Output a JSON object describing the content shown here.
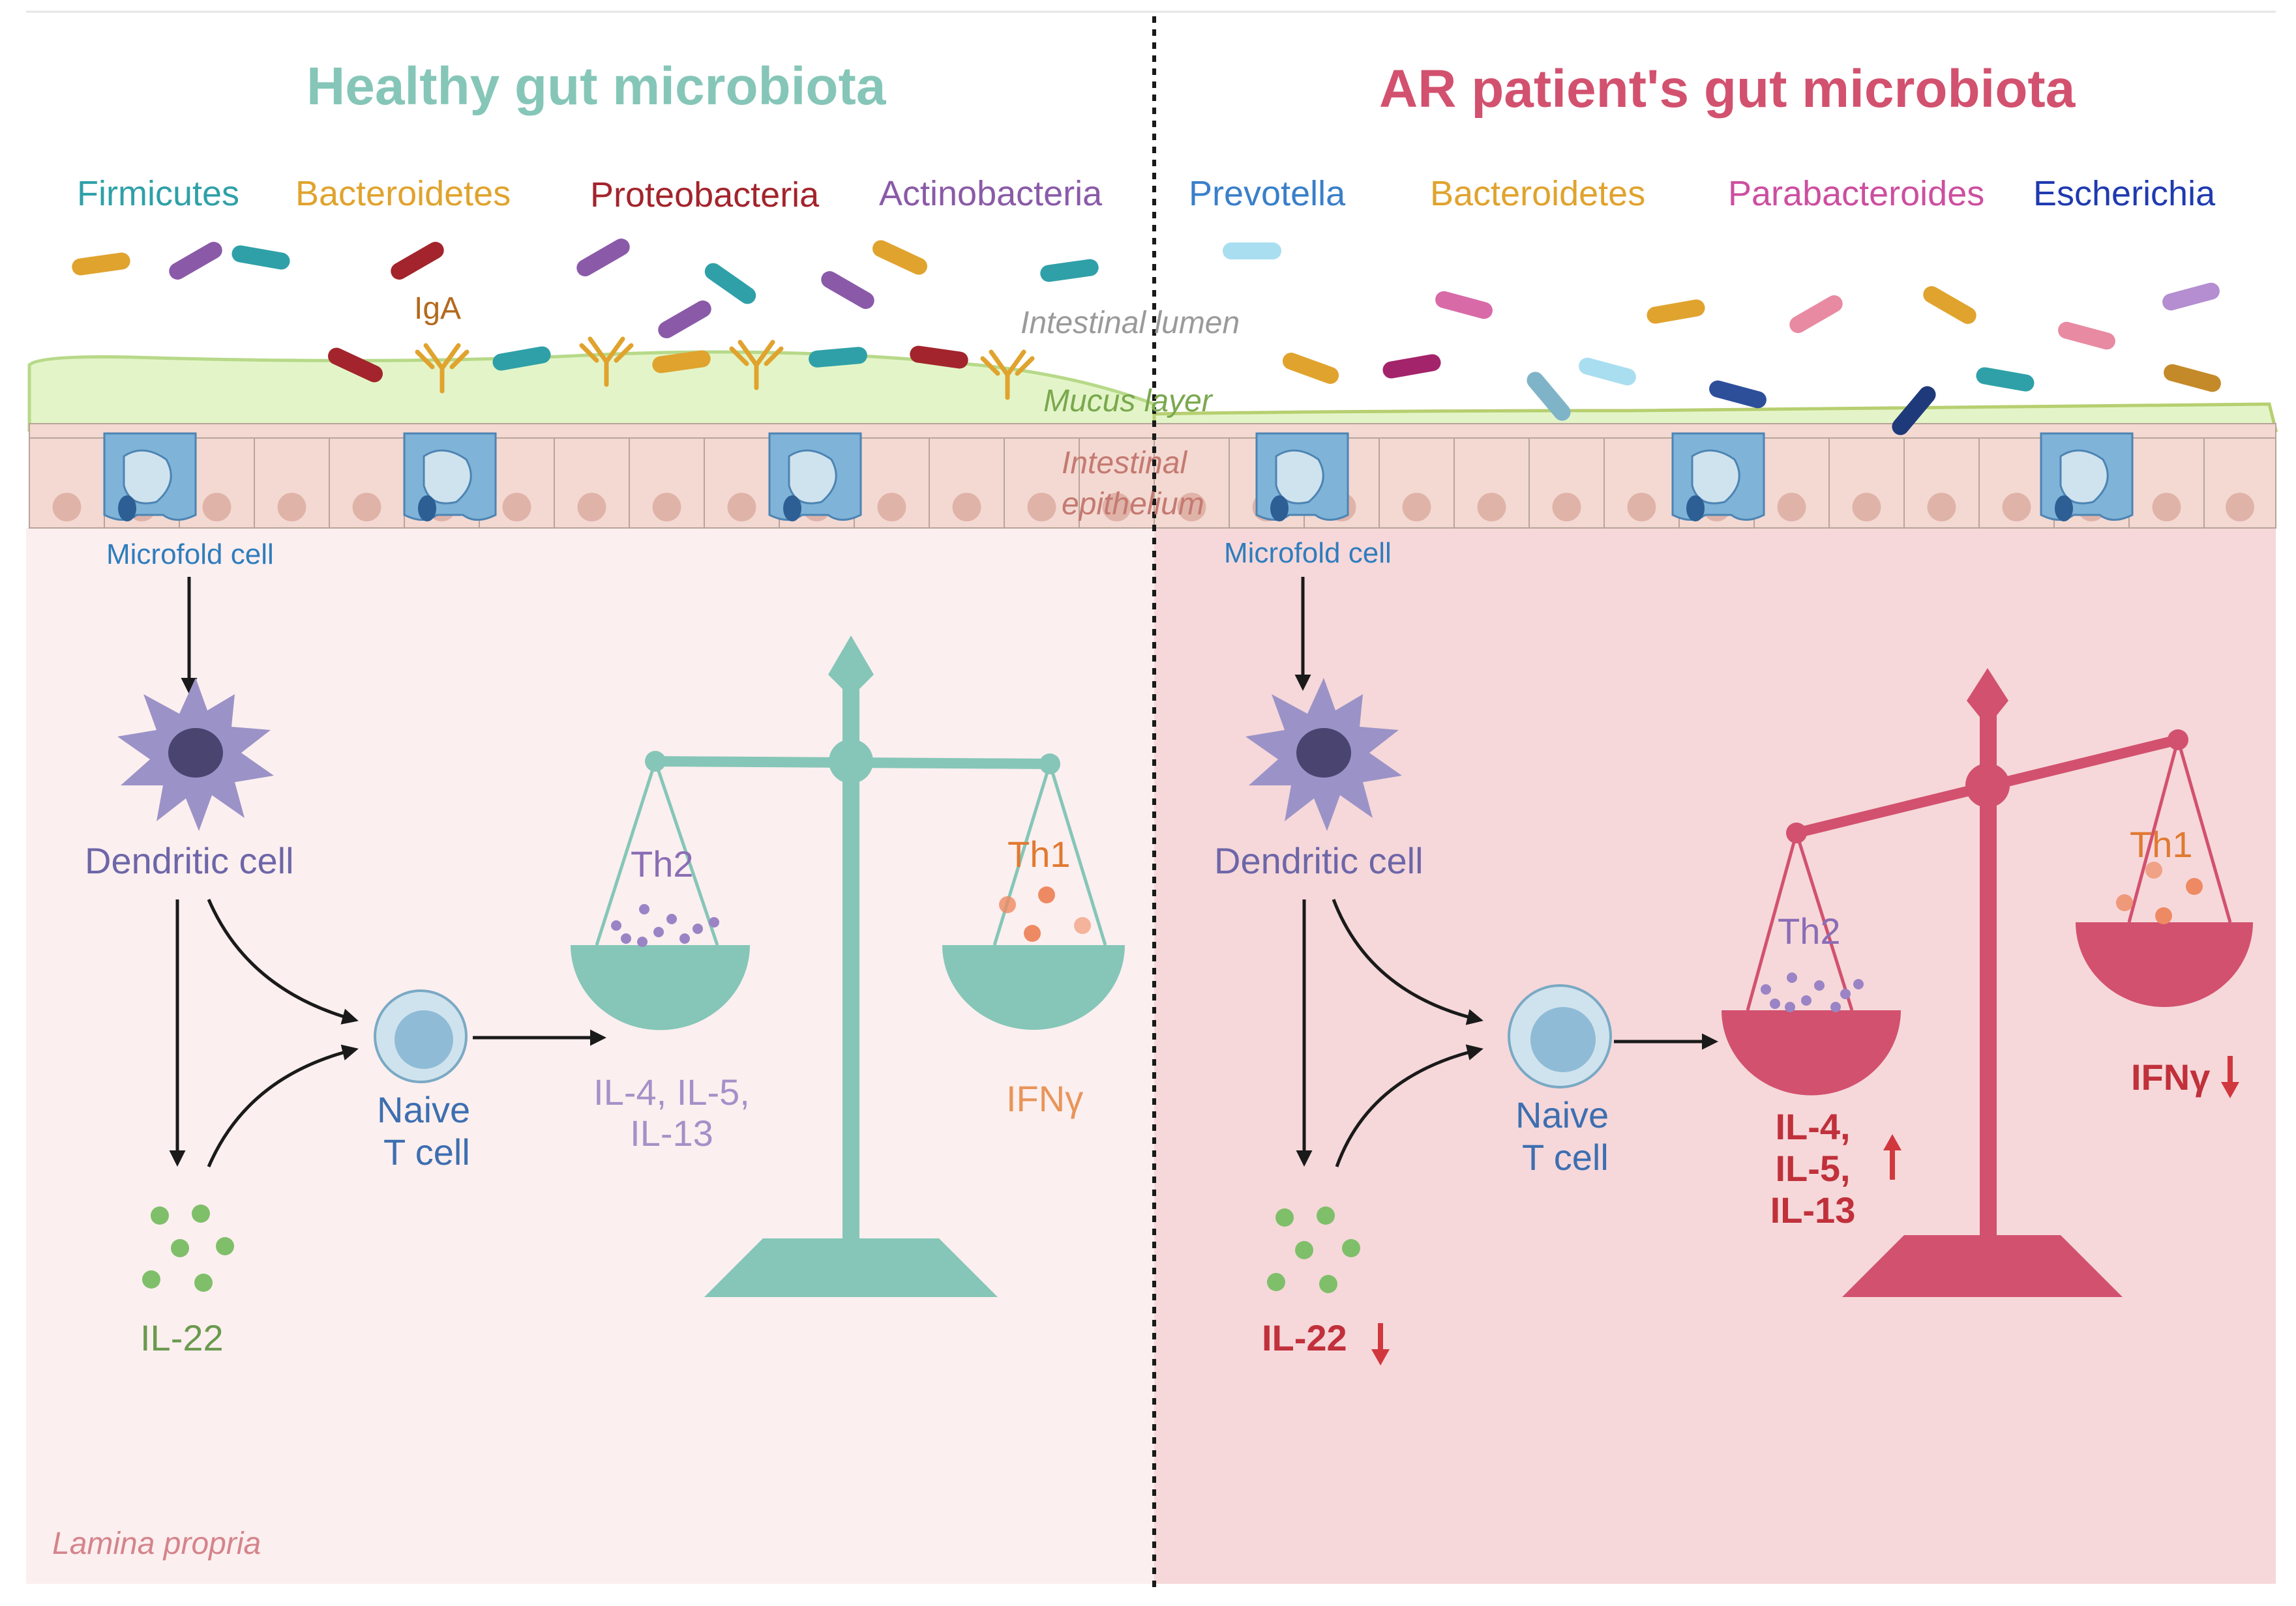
{
  "colors": {
    "healthy_accent": "#85c6b8",
    "ar_accent": "#d2516f",
    "healthy_bg": "#fcefef",
    "ar_bg": "#f6d8da",
    "mucus": "#e3f5c8",
    "epithelium": "#f3d9d2",
    "m_cell": "#7fb4d8",
    "dendritic": "#9b93c7",
    "t_cell": "#b9d7e6",
    "il22": "#7fbf6a",
    "th2_dots": "#9a84c5",
    "th1_dots": "#ee8a63",
    "up_down_arrows": "#d0383e"
  },
  "healthy": {
    "title": "Healthy gut microbiota",
    "phyla": [
      {
        "name": "Firmicutes",
        "color": "#2fa0a8"
      },
      {
        "name": "Bacteroidetes",
        "color": "#e0a32e"
      },
      {
        "name": "Proteobacteria",
        "color": "#a3242c"
      },
      {
        "name": "Actinobacteria",
        "color": "#8a5aa8"
      }
    ],
    "iga": "IgA",
    "microfold": "Microfold cell",
    "dendritic": "Dendritic cell",
    "naive1": "Naive",
    "naive2": "T cell",
    "il22": "IL-22",
    "th2": "Th2",
    "th1": "Th1",
    "th2_cytokines_1": "IL-4, IL-5,",
    "th2_cytokines_2": "IL-13",
    "ifn": "IFNγ",
    "lamina": "Lamina propria"
  },
  "center_labels": {
    "lumen": "Intestinal lumen",
    "mucus": "Mucus layer",
    "epithelium_1": "Intestinal",
    "epithelium_2": "epithelium"
  },
  "ar": {
    "title": "AR patient's gut microbiota",
    "taxa": [
      {
        "name": "Prevotella",
        "color": "#3a7fc9"
      },
      {
        "name": "Bacteroidetes",
        "color": "#e0a32e"
      },
      {
        "name": "Parabacteroides",
        "color": "#cc4fa0"
      },
      {
        "name": "Escherichia",
        "color": "#1f3ab0"
      }
    ],
    "microfold": "Microfold cell",
    "dendritic": "Dendritic cell",
    "naive1": "Naive",
    "naive2": "T cell",
    "il22": "IL-22",
    "th2": "Th2",
    "th1": "Th1",
    "th2_cyt_1": "IL-4,",
    "th2_cyt_2": "IL-5,",
    "th2_cyt_3": "IL-13",
    "ifn": "IFNγ"
  }
}
